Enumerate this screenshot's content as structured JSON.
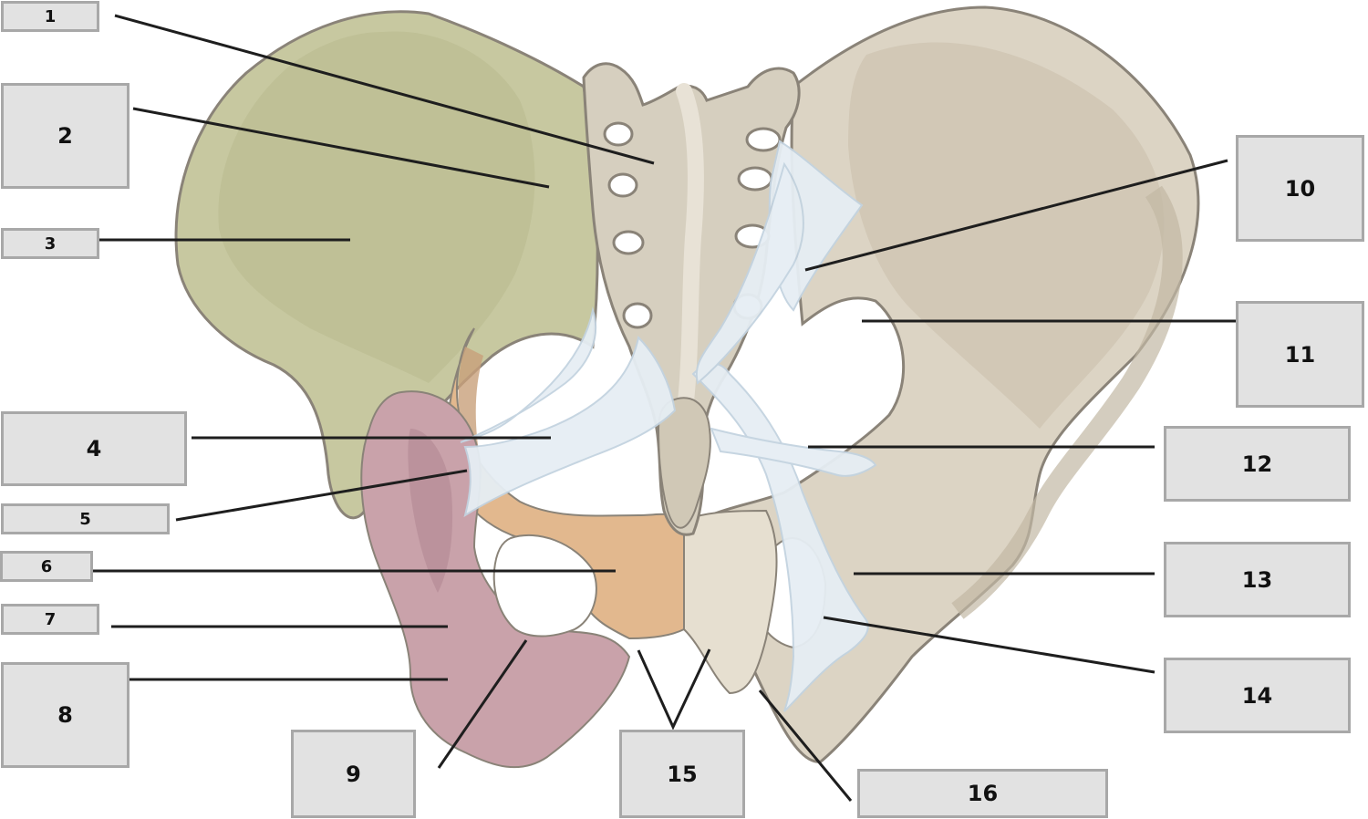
{
  "diagram": {
    "labels": [
      "1",
      "2",
      "3",
      "4",
      "5",
      "6",
      "7",
      "8",
      "9",
      "10",
      "11",
      "12",
      "13",
      "14",
      "15",
      "16"
    ]
  },
  "colors": {
    "ilium": "#c7c8a0",
    "ilium_shade": "#b9bb8f",
    "bone": "#dcd4c4",
    "bone_shade": "#cdc3b0",
    "sacrum": "#d6cfbf",
    "pubis": "#e2b88e",
    "ischium": "#c9a2aa",
    "ischium_shade": "#b88e98",
    "ligament": "#e6eef4",
    "outline": "#8a8378",
    "leader": "#1e1e1e",
    "box_fill": "#e2e2e2",
    "box_border": "#a8a8a8"
  }
}
